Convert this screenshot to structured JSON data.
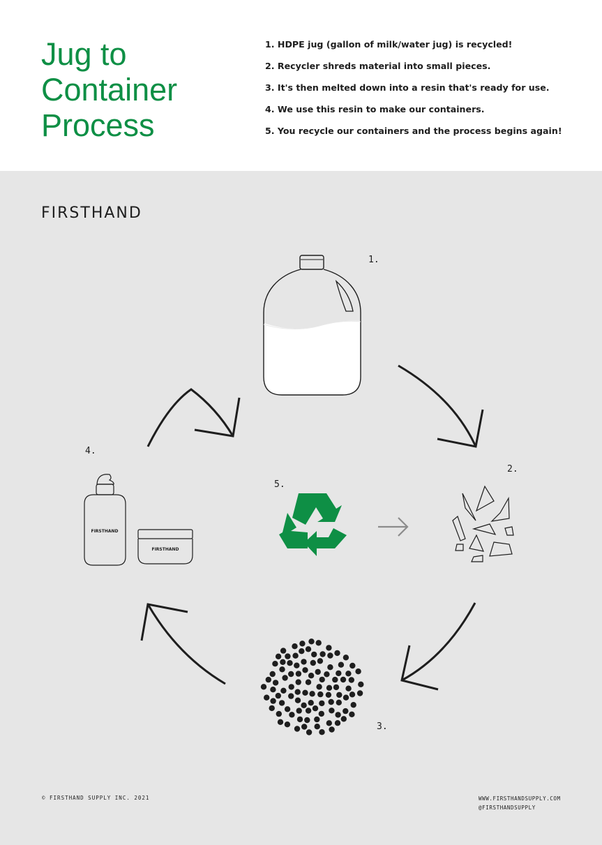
{
  "header": {
    "title_lines": [
      "Jug to",
      "Container",
      "Process"
    ],
    "steps": [
      "1. HDPE jug (gallon of milk/water jug) is recycled!",
      "2. Recycler shreds material into small pieces.",
      "3. It's then melted down into a resin that's ready for use.",
      "4. We use this resin to make our containers.",
      "5. You recycle our containers and the process begins again!"
    ]
  },
  "brand": "FIRSTHAND",
  "diagram": {
    "step_numbers": [
      "1.",
      "2.",
      "3.",
      "4.",
      "5."
    ],
    "bottle_label": "FIRSTHAND",
    "jar_label": "FIRSTHAND",
    "recycle_symbol": "recycle-icon",
    "colors": {
      "accent": "#0e8f45",
      "line": "#1e1e1e",
      "arrow_gray": "#8c8c8c",
      "background": "#e6e6e6"
    }
  },
  "footer": {
    "copyright": "© FIRSTHAND SUPPLY INC. 2021",
    "website": "WWW.FIRSTHANDSUPPLY.COM",
    "handle": "@FIRSTHANDSUPPLY"
  }
}
